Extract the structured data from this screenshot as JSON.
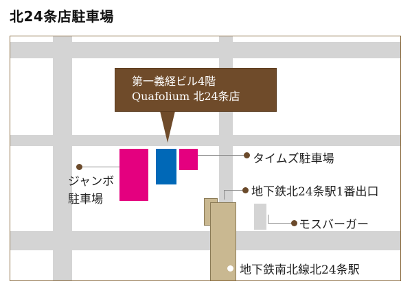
{
  "title": "北24条店駐車場",
  "callout": {
    "line1": "第一義経ビル4階",
    "line2": "Quafolium 北24条店"
  },
  "labels": {
    "jumbo_parking_line1": "ジャンボ",
    "jumbo_parking_line2": "駐車場",
    "times_parking": "タイムズ駐車場",
    "subway_exit": "地下鉄北24条駅1番出口",
    "mos_burger": "モスバーガー",
    "subway_station": "地下鉄南北線北24条駅"
  },
  "colors": {
    "road": "#d4d4d4",
    "parking_magenta": "#e4007f",
    "store_blue": "#0068b7",
    "station_tan": "#c9b891",
    "callout_brown": "#6f4b2a",
    "marker_brown": "#6b4a2b",
    "frame": "#8a6b3f"
  }
}
